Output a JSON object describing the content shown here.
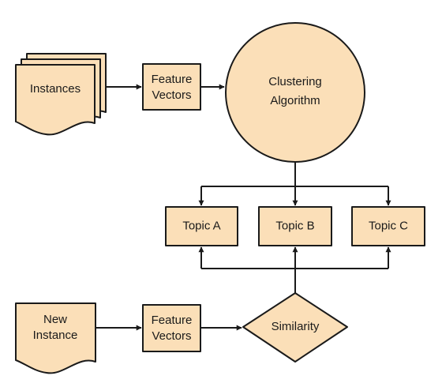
{
  "diagram": {
    "instances": "Instances",
    "feature_vectors_top": [
      "Feature",
      "Vectors"
    ],
    "clustering": [
      "Clustering",
      "Algorithm"
    ],
    "topic_a": "Topic A",
    "topic_b": "Topic B",
    "topic_c": "Topic C",
    "new_instance": [
      "New",
      "Instance"
    ],
    "feature_vectors_bottom": [
      "Feature",
      "Vectors"
    ],
    "similarity": "Similarity"
  }
}
